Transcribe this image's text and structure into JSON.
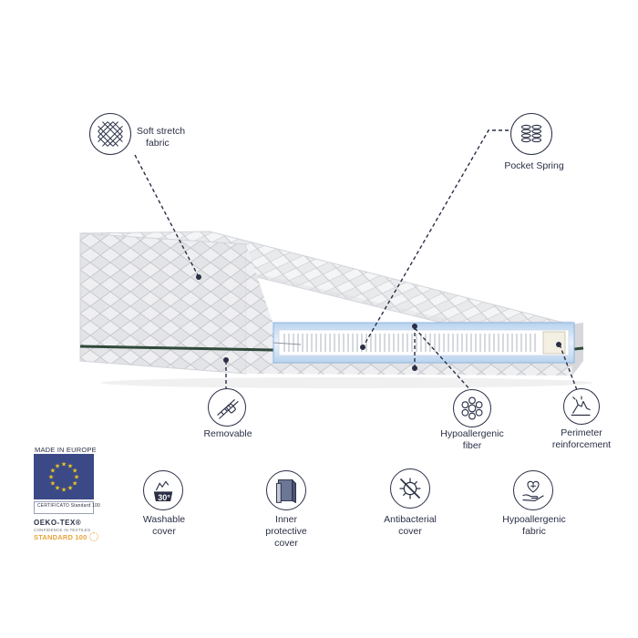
{
  "features": {
    "soft_stretch": {
      "line1": "Soft stretch",
      "line2": "fabric",
      "icon": "fabric-mesh-icon"
    },
    "pocket_spring": {
      "label": "Pocket Spring",
      "icon": "spring-coil-icon"
    },
    "removable": {
      "label": "Removable",
      "icon": "zipper-icon"
    },
    "hypo_fiber": {
      "line1": "Hypoallergenic",
      "line2": "fiber",
      "icon": "fiber-dots-icon"
    },
    "perimeter": {
      "line1": "Perimeter",
      "line2": "reinforcement",
      "icon": "hand-press-icon"
    }
  },
  "bottom_features": [
    {
      "line1": "Washable",
      "line2": "cover",
      "line3": "",
      "icon": "wash-30-icon",
      "wash_temp": "30°"
    },
    {
      "line1": "Inner",
      "line2": "protective",
      "line3": "cover",
      "icon": "inner-cover-icon"
    },
    {
      "line1": "Antibacterial",
      "line2": "cover",
      "line3": "",
      "icon": "antibacterial-icon"
    },
    {
      "line1": "Hypoallergenic",
      "line2": "fabric",
      "line3": "",
      "icon": "hypoallergenic-heart-icon"
    }
  ],
  "badges": {
    "made_in": "MADE IN EUROPE",
    "cert_line": "CERTIFICATO Standard 100",
    "oeko_name": "OEKO-TEX®",
    "oeko_sub": "CONFIDENCE IN TEXTILES",
    "standard": "STANDARD 100"
  },
  "colors": {
    "navy": "#2a2f45",
    "eu_blue": "#3b4a86",
    "eu_star": "#f3c720",
    "oeko_orange": "#e8a23a",
    "seam_green": "#2f4a3a"
  }
}
